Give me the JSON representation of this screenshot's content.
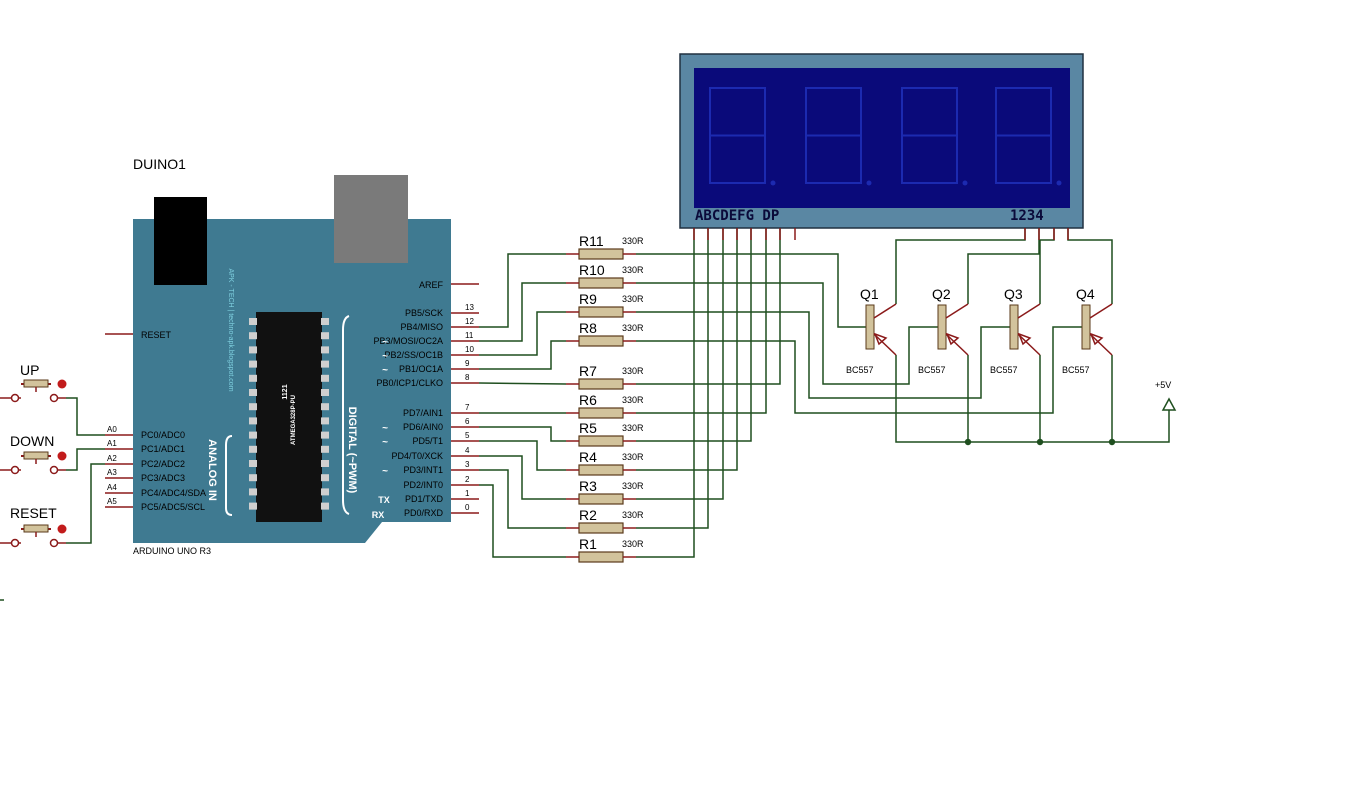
{
  "board": {
    "ref": "DUINO1",
    "model": "ARDUINO UNO R3",
    "chip": "ATMEGA328P-PU",
    "chip_code": "1121",
    "side_text": "APK - TECH | techno-apk.blogspot.com",
    "analog_title": "ANALOG IN",
    "digital_title": "DIGITAL (~PWM)",
    "reset_label": "RESET",
    "aref_label": "AREF",
    "tx": "TX",
    "rx": "RX",
    "analog_pins": [
      {
        "name": "A0",
        "label": "PC0/ADC0"
      },
      {
        "name": "A1",
        "label": "PC1/ADC1"
      },
      {
        "name": "A2",
        "label": "PC2/ADC2"
      },
      {
        "name": "A3",
        "label": "PC3/ADC3"
      },
      {
        "name": "A4",
        "label": "PC4/ADC4/SDA"
      },
      {
        "name": "A5",
        "label": "PC5/ADC5/SCL"
      }
    ],
    "digital_pins": [
      {
        "num": "13",
        "label": "PB5/SCK",
        "pwm": ""
      },
      {
        "num": "12",
        "label": "PB4/MISO",
        "pwm": ""
      },
      {
        "num": "11",
        "label": "PB3/MOSI/OC2A",
        "pwm": "~"
      },
      {
        "num": "10",
        "label": "PB2/SS/OC1B",
        "pwm": "~"
      },
      {
        "num": "9",
        "label": "PB1/OC1A",
        "pwm": "~"
      },
      {
        "num": "8",
        "label": "PB0/ICP1/CLKO",
        "pwm": ""
      },
      {
        "num": "7",
        "label": "PD7/AIN1",
        "pwm": ""
      },
      {
        "num": "6",
        "label": "PD6/AIN0",
        "pwm": "~"
      },
      {
        "num": "5",
        "label": "PD5/T1",
        "pwm": "~"
      },
      {
        "num": "4",
        "label": "PD4/T0/XCK",
        "pwm": ""
      },
      {
        "num": "3",
        "label": "PD3/INT1",
        "pwm": "~"
      },
      {
        "num": "2",
        "label": "PD2/INT0",
        "pwm": ""
      },
      {
        "num": "1",
        "label": "PD1/TXD",
        "pwm": ""
      },
      {
        "num": "0",
        "label": "PD0/RXD",
        "pwm": ""
      }
    ]
  },
  "buttons": [
    {
      "label": "UP"
    },
    {
      "label": "DOWN"
    },
    {
      "label": "RESET"
    }
  ],
  "resistors": [
    {
      "ref": "R11",
      "value": "330R"
    },
    {
      "ref": "R10",
      "value": "330R"
    },
    {
      "ref": "R9",
      "value": "330R"
    },
    {
      "ref": "R8",
      "value": "330R"
    },
    {
      "ref": "R7",
      "value": "330R"
    },
    {
      "ref": "R6",
      "value": "330R"
    },
    {
      "ref": "R5",
      "value": "330R"
    },
    {
      "ref": "R4",
      "value": "330R"
    },
    {
      "ref": "R3",
      "value": "330R"
    },
    {
      "ref": "R2",
      "value": "330R"
    },
    {
      "ref": "R1",
      "value": "330R"
    }
  ],
  "display": {
    "segment_label": "ABCDEFG  DP",
    "digit_label": "1234",
    "digits": [
      "8",
      "8",
      "8",
      "8"
    ]
  },
  "transistors": [
    {
      "ref": "Q1",
      "part": "BC557"
    },
    {
      "ref": "Q2",
      "part": "BC557"
    },
    {
      "ref": "Q3",
      "part": "BC557"
    },
    {
      "ref": "Q4",
      "part": "BC557"
    }
  ],
  "power_label": "+5V",
  "colors": {
    "board": "#3f7a91",
    "chip": "#111111",
    "wire": "#1f4f1f",
    "pin": "#8b1a1a",
    "resistor": "#d2c39c",
    "display_frame": "#5a87a3",
    "display_face": "#0a0a7a",
    "segment_off": "#1c2ab0",
    "silk_text": "#ffffff"
  }
}
